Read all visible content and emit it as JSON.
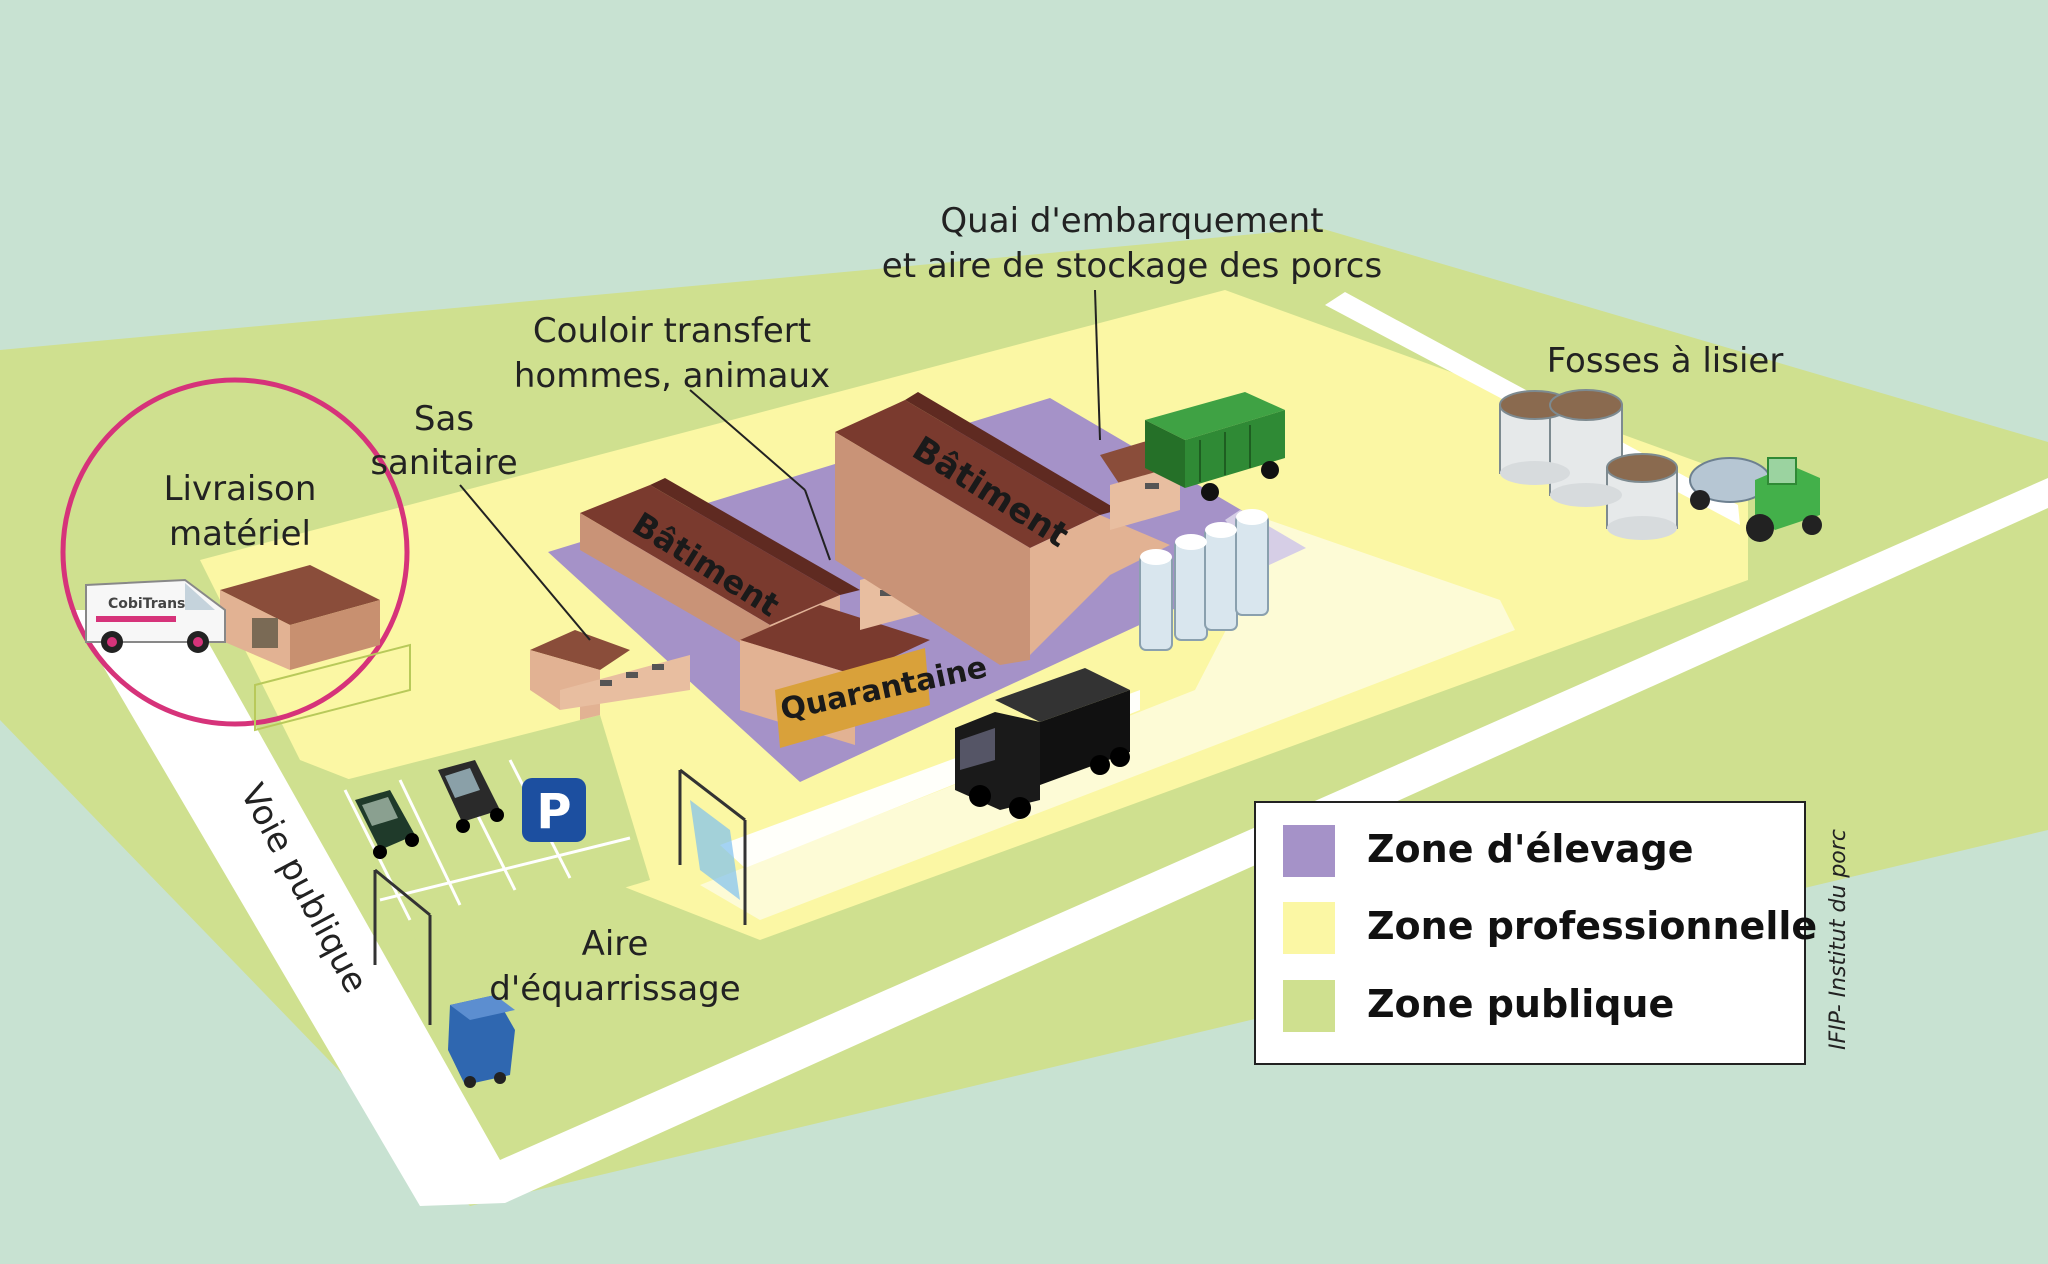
{
  "labels": {
    "livraison": [
      "Livraison",
      "matériel"
    ],
    "sas": [
      "Sas",
      "sanitaire"
    ],
    "couloir": [
      "Couloir transfert",
      "hommes, animaux"
    ],
    "quai": [
      "Quai d'embarquement",
      "et aire de stockage des porcs"
    ],
    "fosses": "Fosses à lisier",
    "aire": [
      "Aire",
      "d'équarrissage"
    ],
    "voie": "Voie publique",
    "parking": "P",
    "batiment": "Bâtiment",
    "quarantaine": "Quarantaine",
    "van_brand": "CobiTrans",
    "credit": "IFIP- Institut du porc"
  },
  "legend": [
    {
      "label": "Zone d'élevage",
      "color": "#a592c8"
    },
    {
      "label": "Zone professionnelle",
      "color": "#fbf7a4"
    },
    {
      "label": "Zone publique",
      "color": "#cfe08f"
    }
  ],
  "colors": {
    "background": "#c8e2d2",
    "road": "#ffffff",
    "highlight_circle": "#d6337a",
    "roof": "#7a3a2e",
    "wall": "#e6b79a",
    "quarantine_wall": "#d9a13a",
    "truck_black": "#111111",
    "truck_green": "#2f8a35"
  }
}
